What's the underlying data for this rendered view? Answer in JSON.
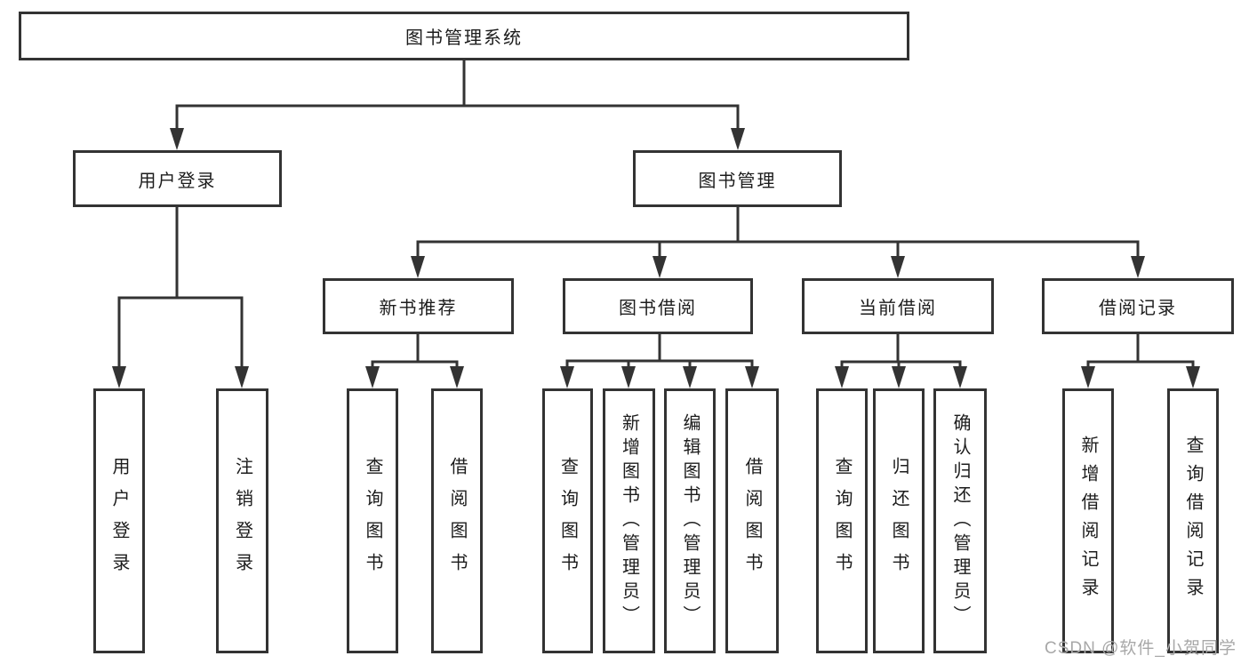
{
  "diagram": {
    "tree": {
      "label": "图书管理系统",
      "children": [
        {
          "label": "用户登录",
          "children": [
            {
              "label": "用户登录"
            },
            {
              "label": "注销登录"
            }
          ]
        },
        {
          "label": "图书管理",
          "children": [
            {
              "label": "新书推荐",
              "children": [
                {
                  "label": "查询图书"
                },
                {
                  "label": "借阅图书"
                }
              ]
            },
            {
              "label": "图书借阅",
              "children": [
                {
                  "label": "查询图书"
                },
                {
                  "label": "新增图书（管理员）"
                },
                {
                  "label": "编辑图书（管理员）"
                },
                {
                  "label": "借阅图书"
                }
              ]
            },
            {
              "label": "当前借阅",
              "children": [
                {
                  "label": "查询图书"
                },
                {
                  "label": "归还图书"
                },
                {
                  "label": "确认归还（管理员）"
                }
              ]
            },
            {
              "label": "借阅记录",
              "children": [
                {
                  "label": "新增借阅记录"
                },
                {
                  "label": "查询借阅记录"
                }
              ]
            }
          ]
        }
      ]
    },
    "colors": {
      "line": "#333333",
      "box_border": "#333333",
      "text": "#1c1c1c",
      "watermark": "#a8a8a8",
      "background": "#ffffff"
    }
  },
  "watermark": "CSDN @软件_小贺同学"
}
